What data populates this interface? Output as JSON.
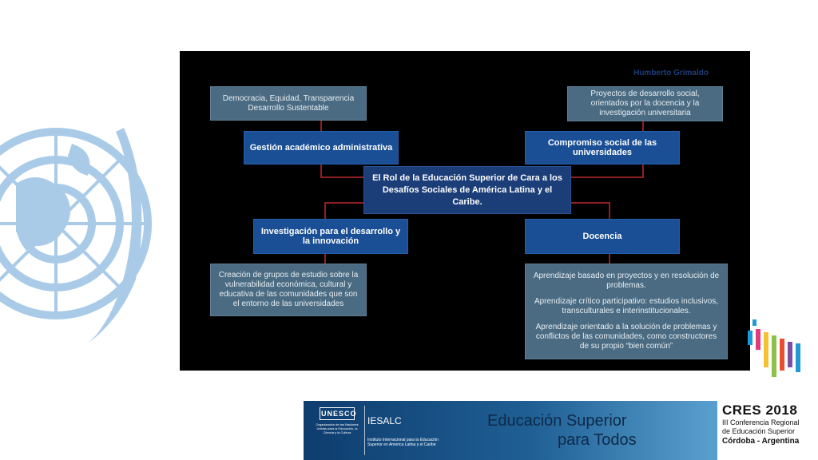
{
  "diagram": {
    "author": "Humberto Grimaldo",
    "center": "El Rol de la Educación Superior de Cara a los Desafíos Sociales de América Latina y el Caribe.",
    "top_left_gray": "Democracia, Equidad, Transparencia Desarrollo Sustentable",
    "top_left_blue": "Gestión académico administrativa",
    "top_right_gray": "Proyectos de desarrollo social, orientados por la docencia y la investigación universitaria",
    "top_right_blue": "Compromiso social de las universidades",
    "bottom_left_blue": "Investigación para el desarrollo y la innovación",
    "bottom_left_gray": "Creación de grupos de estudio sobre la vulnerabilidad económica, cultural y educativa de las comunidades que son el entorno de las universidades",
    "bottom_right_blue": "Docencia",
    "bottom_right_gray": [
      "Aprendizaje basado en proyectos y en resolución de problemas.",
      "Aprendizaje crítico participativo: estudios inclusivos, transculturales e interinstitucionales.",
      "Aprendizaje orientado a la solución de problemas y conflictos de las comunidades, como constructores de su propio “bien común”"
    ]
  },
  "footer": {
    "unesco_logo": "UNESCO",
    "unesco_text": "Organización de las Naciones Unidas para la Educación, la Ciencia y la Cultura",
    "iesalc": "IESALC",
    "iesalc_sub": "Instituto Internacional para la Educación Superior en América Latina y el Caribe",
    "slogan_line1": "Educación Superior",
    "slogan_line2": "para Todos"
  },
  "cres": {
    "title": "CRES 2018",
    "line1": "III Conferencia Regional",
    "line2": "de Educación Superior",
    "location": "Córdoba - Argentina"
  },
  "colors": {
    "panel": "#000000",
    "blue_box": "#1a4f96",
    "gray_box": "#4a6b82",
    "connector": "#c0282d",
    "emblem": "#a9cbe8"
  }
}
